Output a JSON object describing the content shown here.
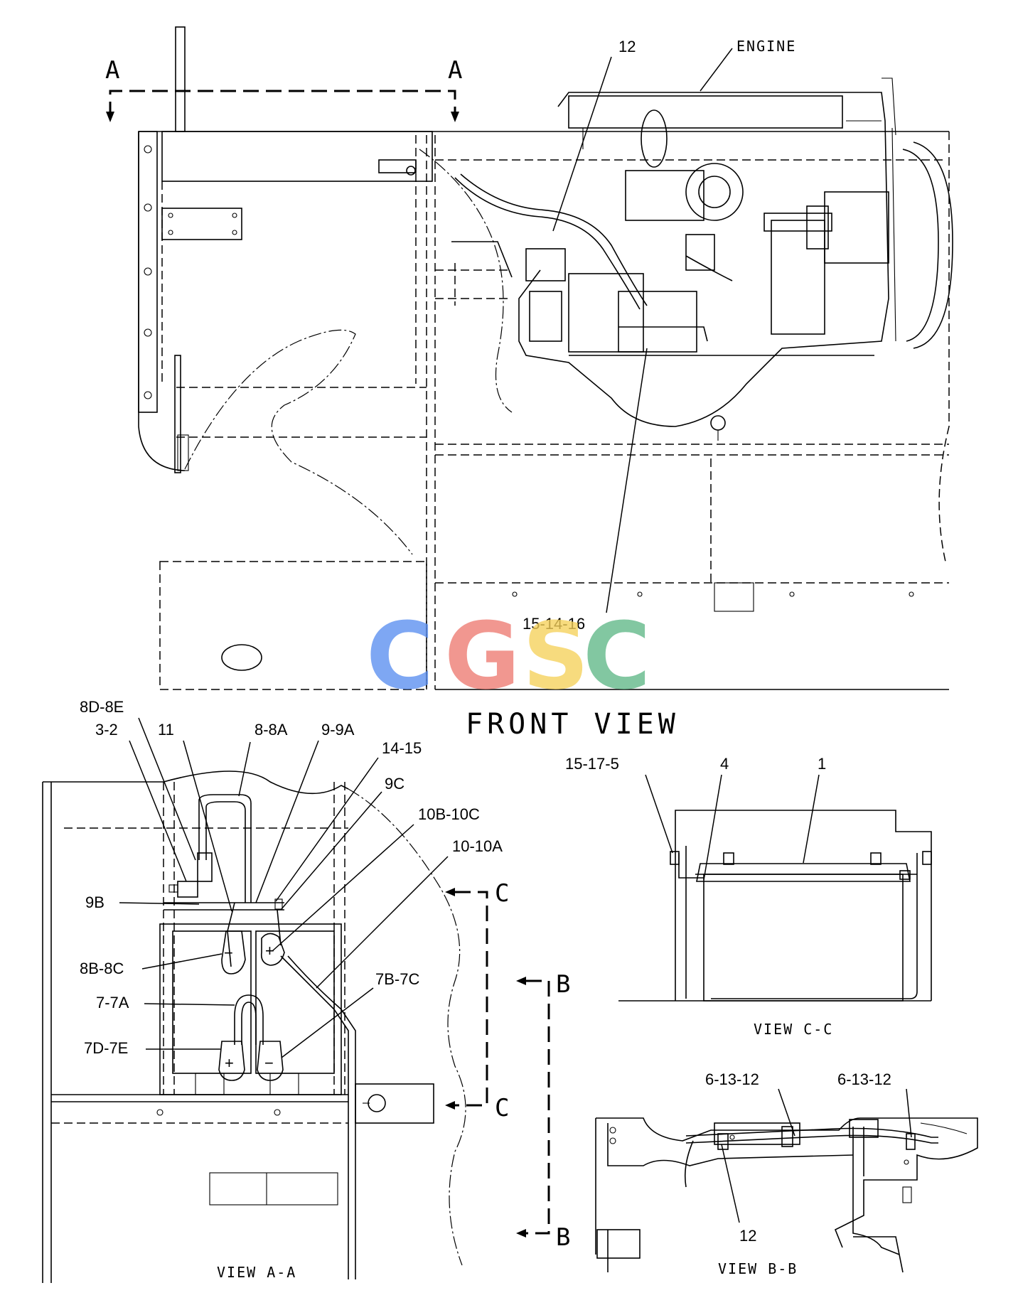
{
  "watermark": {
    "letters": [
      "C",
      "G",
      "S",
      "C"
    ],
    "colors": [
      "#5b8ff0",
      "#ee7b72",
      "#f6d15a",
      "#5fb887"
    ]
  },
  "titles": {
    "front_view": "FRONT VIEW",
    "view_aa": "VIEW A-A",
    "view_bb": "VIEW B-B",
    "view_cc": "VIEW C-C",
    "engine": "ENGINE"
  },
  "section_markers": {
    "a_left": "A",
    "a_right": "A",
    "b_top": "B",
    "b_bottom": "B",
    "c_top": "C",
    "c_bottom": "C"
  },
  "callouts": {
    "front": {
      "c12": "12",
      "c15_14_16": "15-14-16"
    },
    "view_aa": {
      "c8d_8e": "8D-8E",
      "c3_2": "3-2",
      "c11": "11",
      "c8_8a": "8-8A",
      "c9_9a": "9-9A",
      "c14_15": "14-15",
      "c9c": "9C",
      "c10b_10c": "10B-10C",
      "c10_10a": "10-10A",
      "c9b": "9B",
      "c8b_8c": "8B-8C",
      "c7_7a": "7-7A",
      "c7b_7c": "7B-7C",
      "c7d_7e": "7D-7E"
    },
    "view_cc": {
      "c15_17_5": "15-17-5",
      "c4": "4",
      "c1": "1"
    },
    "view_bb": {
      "c6_13_12_left": "6-13-12",
      "c6_13_12_right": "6-13-12",
      "c12": "12"
    }
  },
  "terminal_signs": {
    "plus": "+",
    "minus": "−"
  }
}
